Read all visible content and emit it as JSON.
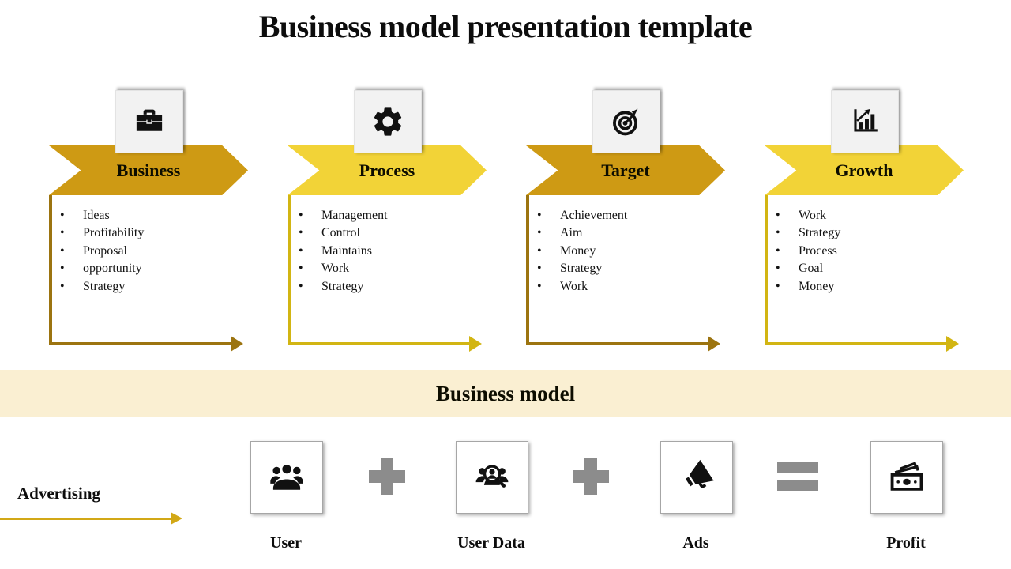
{
  "title": "Business model presentation template",
  "columns": [
    {
      "label": "Business",
      "icon": "briefcase-icon",
      "items": [
        "Ideas",
        "Profitability",
        "Proposal",
        "opportunity",
        "Strategy"
      ],
      "banner_color": "#ce9a14",
      "arrow_color": "#9c7410"
    },
    {
      "label": "Process",
      "icon": "gear-icon",
      "items": [
        "Management",
        "Control",
        "Maintains",
        "Work",
        "Strategy"
      ],
      "banner_color": "#f2d337",
      "arrow_color": "#d2b513"
    },
    {
      "label": "Target",
      "icon": "target-icon",
      "items": [
        "Achievement",
        "Aim",
        "Money",
        "Strategy",
        "Work"
      ],
      "banner_color": "#ce9a14",
      "arrow_color": "#9c7410"
    },
    {
      "label": "Growth",
      "icon": "growth-chart-icon",
      "items": [
        "Work",
        "Strategy",
        "Process",
        "Goal",
        "Money"
      ],
      "banner_color": "#f2d337",
      "arrow_color": "#d2b513"
    }
  ],
  "band": {
    "label": "Business model",
    "background": "#faefd2"
  },
  "formula": {
    "lead_label": "Advertising",
    "arrow_color": "#d2a816",
    "operator_color": "#8c8c8c",
    "operators": [
      "+",
      "+",
      "="
    ],
    "steps": [
      {
        "label": "User",
        "icon": "users-icon"
      },
      {
        "label": "User Data",
        "icon": "user-data-search-icon"
      },
      {
        "label": "Ads",
        "icon": "megaphone-icon"
      },
      {
        "label": "Profit",
        "icon": "money-icon"
      }
    ]
  }
}
